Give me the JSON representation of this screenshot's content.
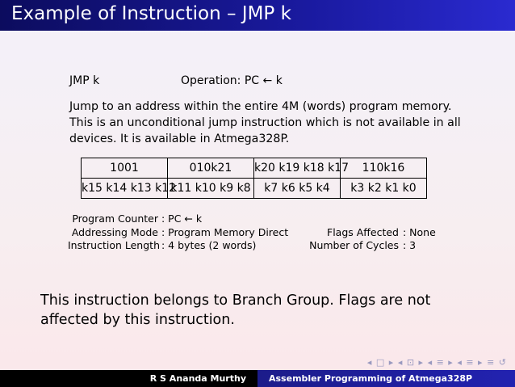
{
  "title": "Example of Instruction – JMP k",
  "header_left": "JMP k",
  "header_right": "Operation: PC ← k",
  "description": [
    "Jump to an address within the entire 4M (words) program memory.",
    "This is an unconditional jump instruction which is not available in all",
    "devices. It is available in Atmega328P."
  ],
  "encoding": {
    "row1": [
      "1001",
      "010k21",
      "k20 k19 k18 k17",
      "110k16"
    ],
    "row2": [
      "k15 k14 k13 k12",
      "k11 k10 k9 k8",
      "k7 k6 k5 k4",
      "k3 k2 k1 k0"
    ]
  },
  "info_left": {
    "labels": [
      "Program Counter",
      "Addressing Mode",
      "Instruction Length"
    ],
    "values": [
      ": PC ← k",
      ": Program Memory Direct",
      ": 4 bytes (2 words)"
    ]
  },
  "info_right": {
    "labels": [
      "Flags Affected",
      "Number of Cycles"
    ],
    "values": [
      ": None",
      ": 3"
    ]
  },
  "summary": [
    "This instruction belongs to Branch Group. Flags are not",
    "affected by this instruction."
  ],
  "navigation": "◂ □ ▸ ◂ ⊡ ▸ ◂ ≡ ▸ ◂ ≡ ▸ ≡ ↺",
  "footer": {
    "author": "R S Ananda Murthy",
    "course": "Assembler Programming of Atmega328P"
  }
}
